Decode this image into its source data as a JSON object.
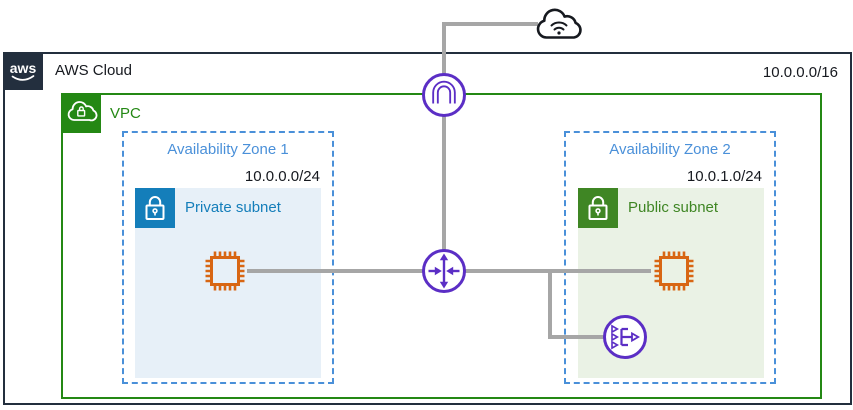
{
  "colors": {
    "aws-dark": "#232F3E",
    "vpc-green": "#248814",
    "private-blue": "#147EBA",
    "public-green": "#3F8624",
    "az-blue": "#4A90D9",
    "private-fill": "#E7F0F8",
    "public-fill": "#EAF2E5",
    "purple": "#5B2EC5",
    "orange": "#D86613",
    "line-gray": "#A6A6A6",
    "text-dark": "#16191F"
  },
  "aws_cloud": {
    "logo_text": "aws",
    "label": "AWS Cloud",
    "cidr": "10.0.0.0/16"
  },
  "vpc": {
    "label": "VPC"
  },
  "zones": [
    {
      "label": "Availability Zone 1",
      "cidr": "10.0.0.0/24",
      "subnet_label": "Private subnet",
      "subnet_type": "private"
    },
    {
      "label": "Availability Zone 2",
      "cidr": "10.0.1.0/24",
      "subnet_label": "Public subnet",
      "subnet_type": "public"
    }
  ],
  "icons": {
    "internet": "internet-cloud",
    "internet_gateway": "arch-gateway",
    "router": "four-arrow-router",
    "nat_gateway": "merge-arrows-gateway",
    "ec2_private": "chip",
    "ec2_public": "chip",
    "vpc": "cloud-with-lock",
    "private_subnet": "padlock",
    "public_subnet": "padlock",
    "aws_logo": "aws-smile-logo"
  }
}
